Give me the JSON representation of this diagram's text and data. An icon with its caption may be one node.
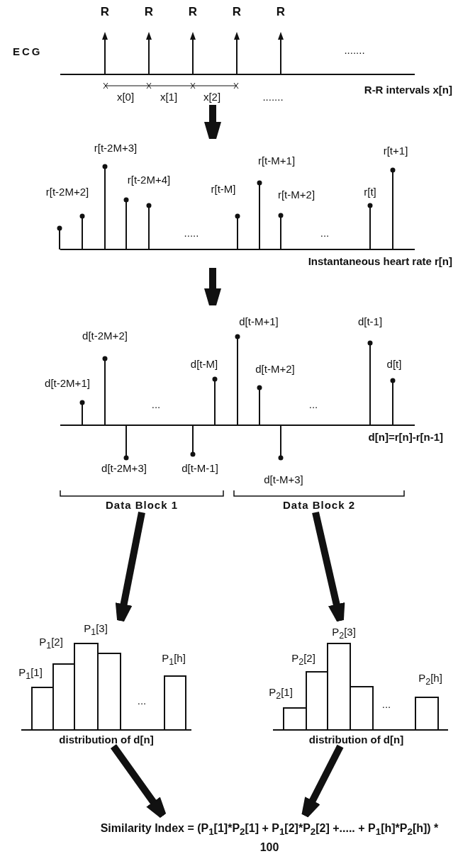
{
  "diagram": {
    "nodes": [
      {
        "text": [
          "ECG",
          "R-R intervals x[n]"
        ]
      },
      {
        "text": [
          "Instantaneous heart rate r[n]"
        ]
      },
      {
        "text": [
          "d[n]=r[n]-r[n-1]"
        ]
      },
      {
        "text": [
          "Data Block 1"
        ]
      },
      {
        "text": [
          "Data Block 2"
        ]
      },
      {
        "text": [
          "distribution of d[n]"
        ]
      },
      {
        "text": [
          "distribution of d[n]"
        ]
      },
      {
        "text": [
          "Similarity Index = (P$_{1}$[1]*P$_{2}$[1] + P$_{1}$[2]*P$_{2}$[2] +..... + P$_{1}$[h]*P$_{2}$[h]) * 100"
        ]
      }
    ],
    "edges": [
      {
        "from": 0,
        "to": 1,
        "arrow": "to"
      },
      {
        "from": 1,
        "to": 2,
        "arrow": "to"
      },
      {
        "from": 3,
        "to": 5,
        "arrow": "to"
      },
      {
        "from": 4,
        "to": 6,
        "arrow": "to"
      },
      {
        "from": 5,
        "to": 7,
        "arrow": "to"
      },
      {
        "from": 6,
        "to": 7,
        "arrow": "to"
      }
    ],
    "labels": [
      "R",
      "R",
      "R",
      "R",
      "R",
      ".......",
      "x[0]",
      "x[1]",
      "x[2]",
      ".......",
      "r[t-2M+2]",
      "r[t-2M+3]",
      "r[t-2M+4]",
      ".....",
      "r[t-M]",
      "r[t-M+1]",
      "r[t-M+2]",
      "...",
      "r[t]",
      "r[t+1]",
      "d[t-2M+2]",
      "d[t-M+1]",
      "d[t-1]",
      "d[t-M]",
      "d[t-M+2]",
      "d[t]",
      "d[t-2M+1]",
      "...",
      "...",
      "d[t-2M+3]",
      "d[t-M-1]",
      "d[t-M+3]",
      "P$_{1}$[3]",
      "P$_{1}$[2]",
      "P$_{1}$[h]",
      "P$_{1}$[1]",
      "...",
      "P$_{2}$[3]",
      "P$_{2}$[2]",
      "P$_{2}$[h]",
      "P$_{2}$[1]",
      "..."
    ]
  }
}
